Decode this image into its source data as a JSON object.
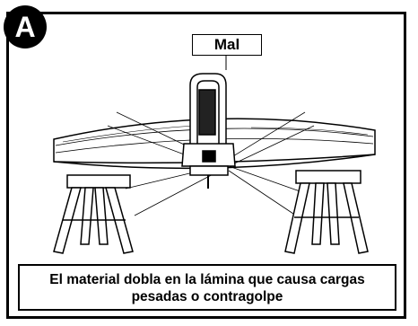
{
  "badge": {
    "letter": "A"
  },
  "label": {
    "text": "Mal"
  },
  "caption": {
    "line1": "El material dobla en la lámina que causa cargas",
    "line2": "pesadas o contragolpe"
  }
}
